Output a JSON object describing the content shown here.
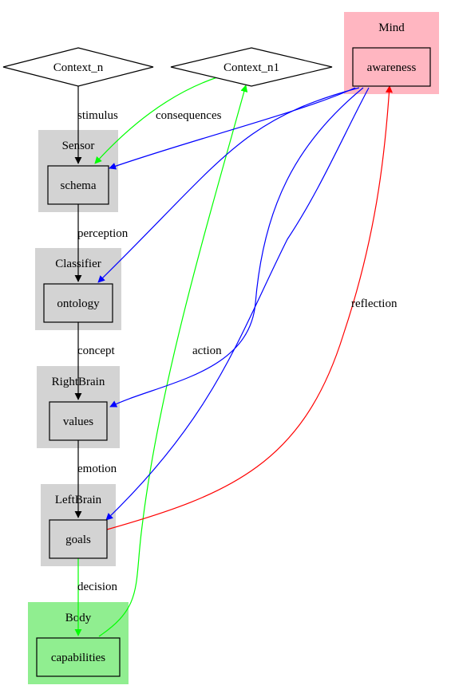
{
  "colors": {
    "cluster_default": "#d3d3d3",
    "cluster_mind": "#ffb6c1",
    "cluster_body": "#90ee90",
    "edge_black": "#000000",
    "edge_blue": "#0000ff",
    "edge_green": "#00ff00",
    "edge_red": "#ff0000"
  },
  "diagram": {
    "clusters": {
      "mind": "Mind",
      "sensor": "Sensor",
      "classifier": "Classifier",
      "rightbrain": "RightBrain",
      "leftbrain": "LeftBrain",
      "body": "Body"
    },
    "nodes": {
      "context_n": "Context_n",
      "context_n1": "Context_n1",
      "awareness": "awareness",
      "schema": "schema",
      "ontology": "ontology",
      "values": "values",
      "goals": "goals",
      "capabilities": "capabilities"
    },
    "edge_labels": {
      "stimulus": "stimulus",
      "consequences": "consequences",
      "perception": "perception",
      "concept": "concept",
      "emotion": "emotion",
      "decision": "decision",
      "action": "action",
      "reflection": "reflection"
    }
  }
}
